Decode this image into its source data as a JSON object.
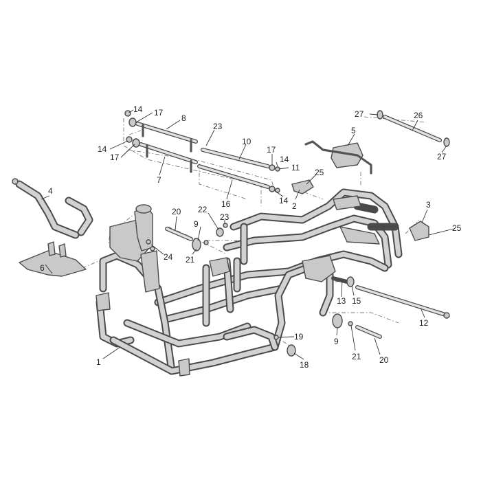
{
  "callouts": [
    {
      "id": "c14a",
      "label": "14"
    },
    {
      "id": "c17a",
      "label": "17"
    },
    {
      "id": "c8",
      "label": "8"
    },
    {
      "id": "c23a",
      "label": "23"
    },
    {
      "id": "c14b",
      "label": "14"
    },
    {
      "id": "c17b",
      "label": "17"
    },
    {
      "id": "c7",
      "label": "7"
    },
    {
      "id": "c10",
      "label": "10"
    },
    {
      "id": "c17c",
      "label": "17"
    },
    {
      "id": "c14c",
      "label": "14"
    },
    {
      "id": "c11",
      "label": "11"
    },
    {
      "id": "c16",
      "label": "16"
    },
    {
      "id": "c14d",
      "label": "14"
    },
    {
      "id": "c2",
      "label": "2"
    },
    {
      "id": "c25a",
      "label": "25"
    },
    {
      "id": "c5",
      "label": "5"
    },
    {
      "id": "c27a",
      "label": "27"
    },
    {
      "id": "c26",
      "label": "26"
    },
    {
      "id": "c27b",
      "label": "27"
    },
    {
      "id": "c4",
      "label": "4"
    },
    {
      "id": "c20a",
      "label": "20"
    },
    {
      "id": "c22",
      "label": "22"
    },
    {
      "id": "c9a",
      "label": "9"
    },
    {
      "id": "c23b",
      "label": "23"
    },
    {
      "id": "c24",
      "label": "24"
    },
    {
      "id": "c21a",
      "label": "21"
    },
    {
      "id": "c3",
      "label": "3"
    },
    {
      "id": "c25b",
      "label": "25"
    },
    {
      "id": "c6",
      "label": "6"
    },
    {
      "id": "c13",
      "label": "13"
    },
    {
      "id": "c15",
      "label": "15"
    },
    {
      "id": "c12",
      "label": "12"
    },
    {
      "id": "c9b",
      "label": "9"
    },
    {
      "id": "c19",
      "label": "19"
    },
    {
      "id": "c1",
      "label": "1"
    },
    {
      "id": "c18",
      "label": "18"
    },
    {
      "id": "c21b",
      "label": "21"
    },
    {
      "id": "c20b",
      "label": "20"
    }
  ]
}
